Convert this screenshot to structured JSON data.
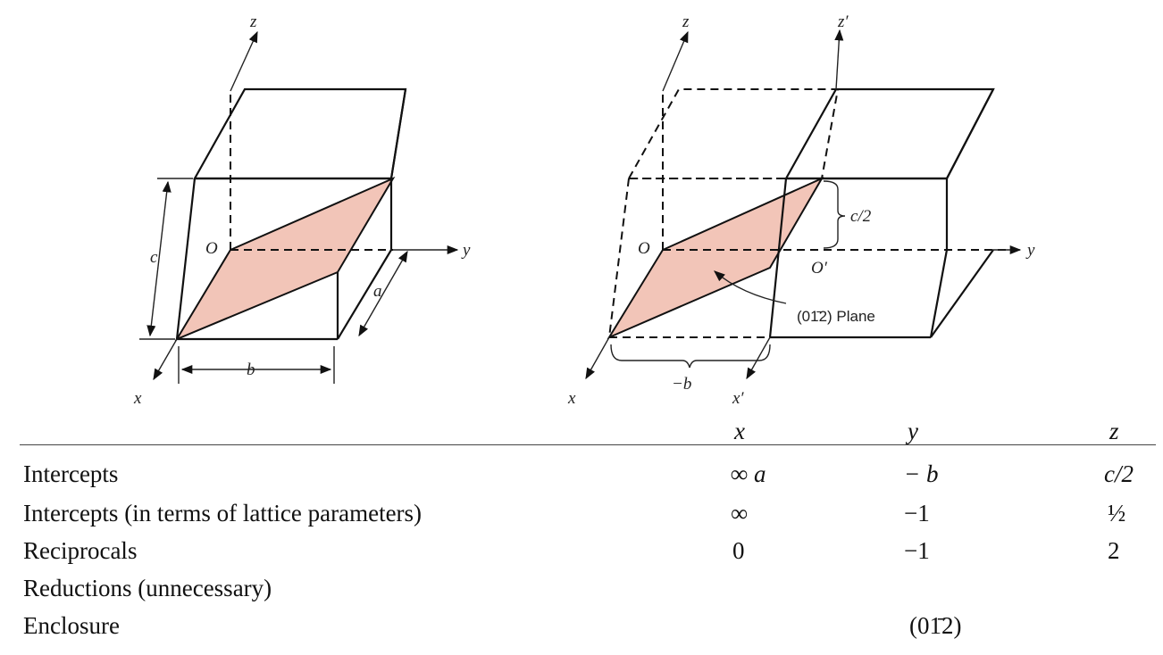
{
  "figure": {
    "left_cell": {
      "axes": {
        "x": "x",
        "y": "y",
        "z": "z",
        "origin": "O"
      },
      "dimensions": {
        "a": "a",
        "b": "b",
        "c": "c"
      }
    },
    "right_cell": {
      "axes": {
        "x": "x",
        "y": "y",
        "z": "z",
        "x_prime": "x′",
        "z_prime": "z′",
        "origin": "O",
        "origin_prime": "O′"
      },
      "dimensions": {
        "neg_b": "−b",
        "c_half": "c/2"
      },
      "plane_label": "(01̄2) Plane"
    },
    "plane_color": "#f2c5b8"
  },
  "table": {
    "columns": [
      "x",
      "y",
      "z"
    ],
    "rows": [
      {
        "label": "Intercepts",
        "values": [
          "∞ a",
          "− b",
          "c/2"
        ]
      },
      {
        "label": "Intercepts (in terms of lattice parameters)",
        "values": [
          "∞",
          "−1",
          "½"
        ]
      },
      {
        "label": "Reciprocals",
        "values": [
          "0",
          "−1",
          "2"
        ]
      },
      {
        "label": "Reductions (unnecessary)",
        "values": [
          "",
          "",
          ""
        ]
      },
      {
        "label": "Enclosure",
        "values": [
          "",
          "(01̄2)",
          ""
        ]
      }
    ]
  }
}
